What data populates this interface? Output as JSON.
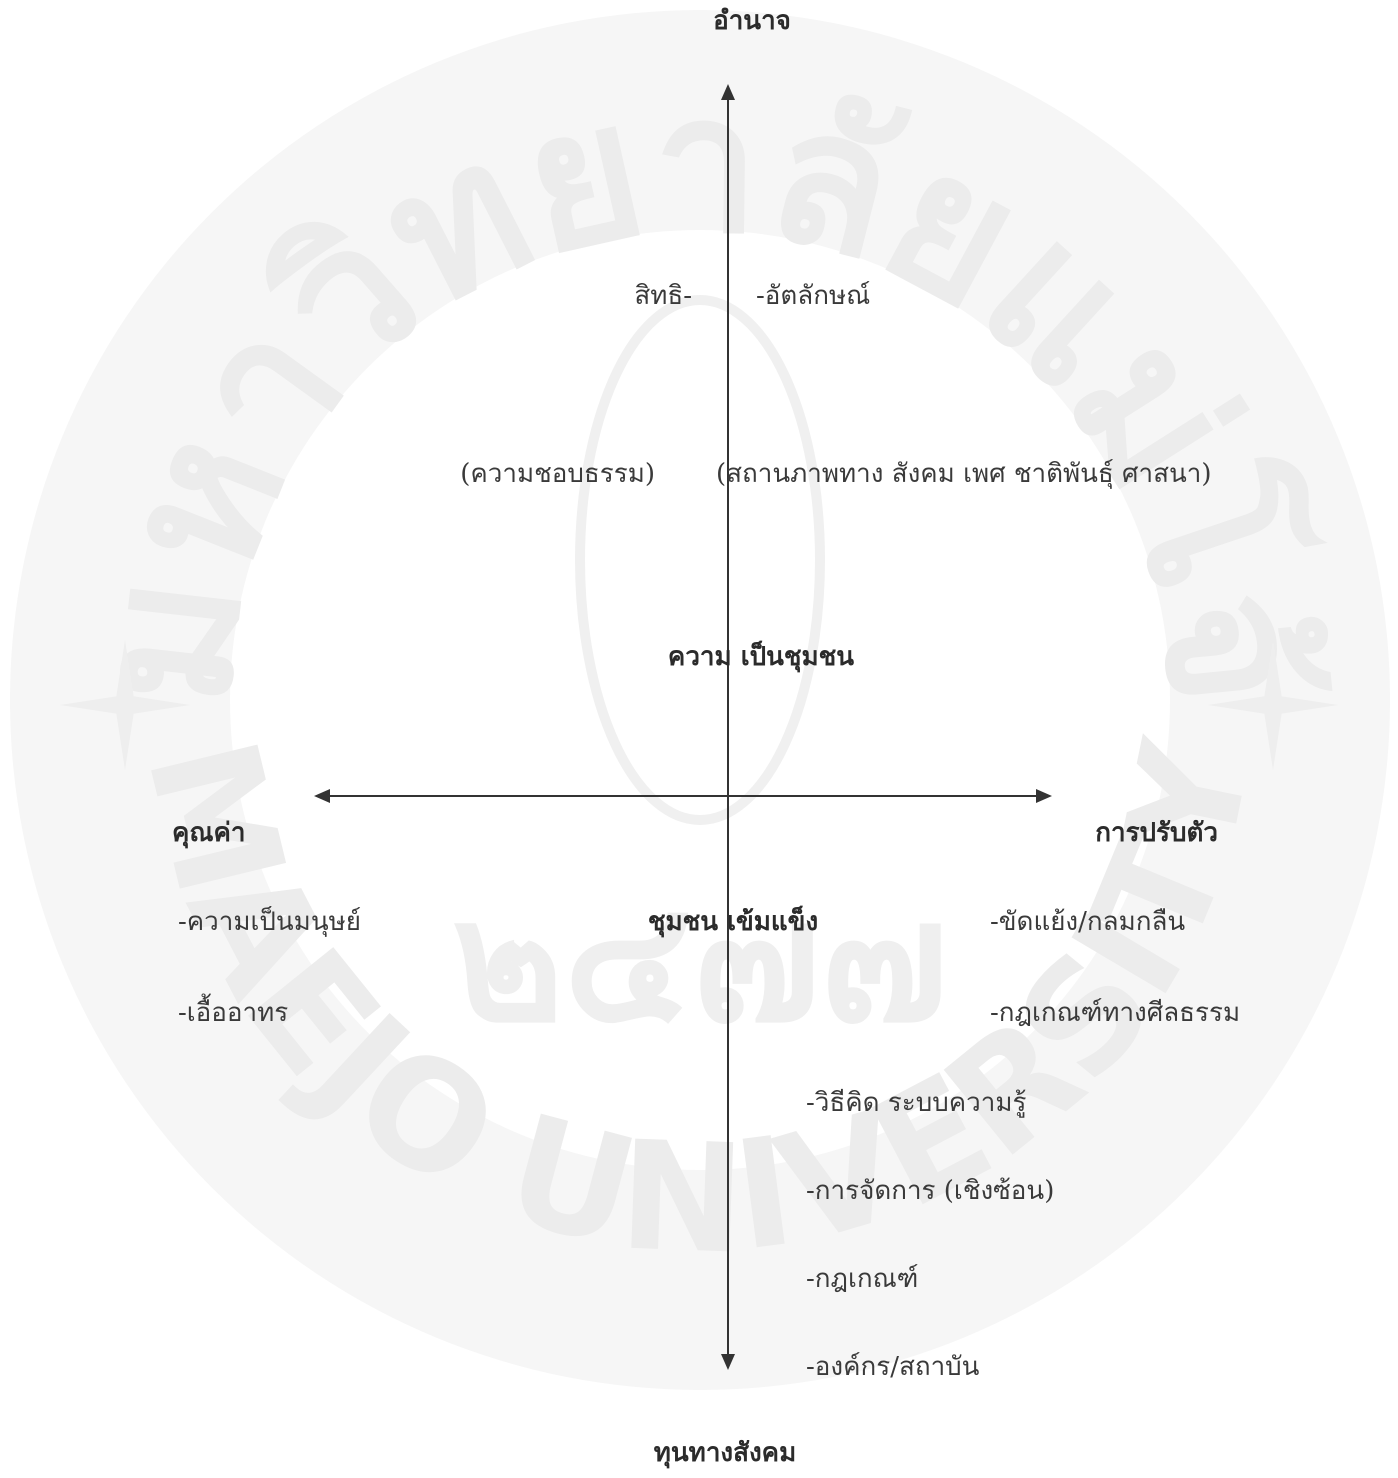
{
  "axes": {
    "top": "อำนาจ",
    "bottom": "ทุนทางสังคม",
    "left": "คุณค่า",
    "right": "การปรับตัว"
  },
  "center_labels": {
    "upper": "ความ เป็นชุมชน",
    "lower": "ชุมชน เข้มแข็ง"
  },
  "upper_left": {
    "term": "สิทธิ-",
    "detail": "(ความชอบธรรม)"
  },
  "upper_right": {
    "term": "-อัตลักษณ์",
    "detail": "(สถานภาพทาง สังคม เพศ ชาติพันธุ์ ศาสนา)"
  },
  "lower_left_items": [
    "-ความเป็นมนุษย์",
    "-เอื้ออาทร"
  ],
  "lower_right_items": [
    "-ขัดแย้ง/กลมกลืน",
    "-กฎเกณฑ์ทางศีลธรรม"
  ],
  "bottom_items": [
    "-วิธีคิด ระบบความรู้",
    "-การจัดการ (เชิงซ้อน)",
    "-กฎเกณฑ์",
    "-องค์กร/สถาบัน"
  ],
  "watermark": {
    "text_top": "มหาวิทยาลัยแม่โจ้",
    "text_bottom": "MAEJO UNIVERSITY",
    "number": "๒๔๗๗",
    "color": "#ececec"
  },
  "colors": {
    "line": "#333333",
    "text": "#3a3a3a"
  }
}
